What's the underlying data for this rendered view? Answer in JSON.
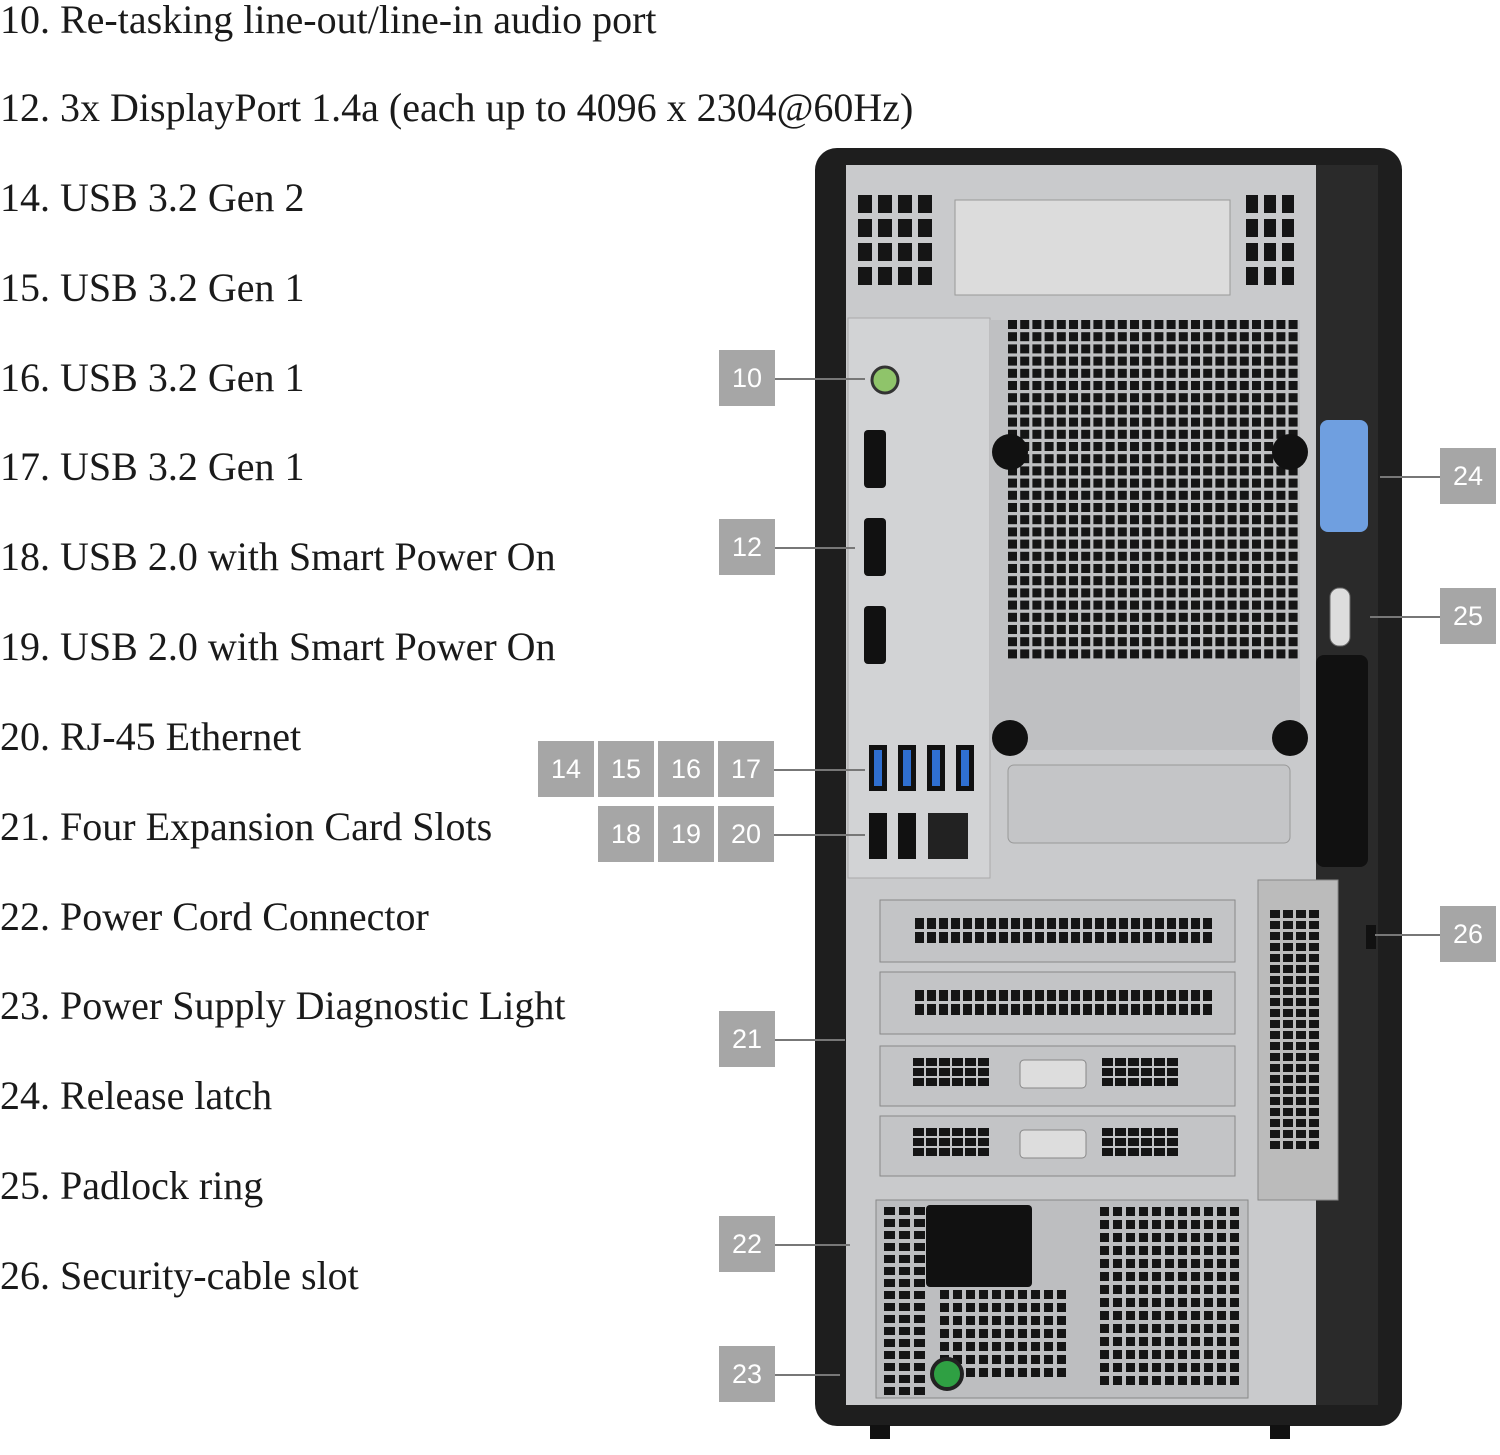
{
  "features": [
    {
      "number": "10",
      "text": "10. Re-tasking line-out/line-in audio port"
    },
    {
      "number": "12",
      "text": "12. 3x DisplayPort 1.4a (each up to 4096 x 2304@60Hz)"
    },
    {
      "number": "14",
      "text": "14. USB 3.2 Gen 2"
    },
    {
      "number": "15",
      "text": "15. USB 3.2 Gen 1"
    },
    {
      "number": "16",
      "text": "16. USB 3.2 Gen 1"
    },
    {
      "number": "17",
      "text": "17. USB 3.2 Gen 1"
    },
    {
      "number": "18",
      "text": "18. USB 2.0 with Smart Power On"
    },
    {
      "number": "19",
      "text": "19. USB 2.0 with Smart Power On"
    },
    {
      "number": "20",
      "text": "20. RJ-45 Ethernet"
    },
    {
      "number": "21",
      "text": "21. Four Expansion Card Slots"
    },
    {
      "number": "22",
      "text": "22. Power Cord Connector"
    },
    {
      "number": "23",
      "text": "23. Power Supply Diagnostic Light"
    },
    {
      "number": "24",
      "text": "24. Release latch"
    },
    {
      "number": "25",
      "text": "25. Padlock ring"
    },
    {
      "number": "26",
      "text": "26. Security-cable slot"
    }
  ],
  "colors": {
    "badge": "#a6a6a6",
    "chassis": "#1e1e1e",
    "panel": "#c9cacc",
    "latch": "#6f9fe0",
    "usb3": "#2f6fd0"
  }
}
